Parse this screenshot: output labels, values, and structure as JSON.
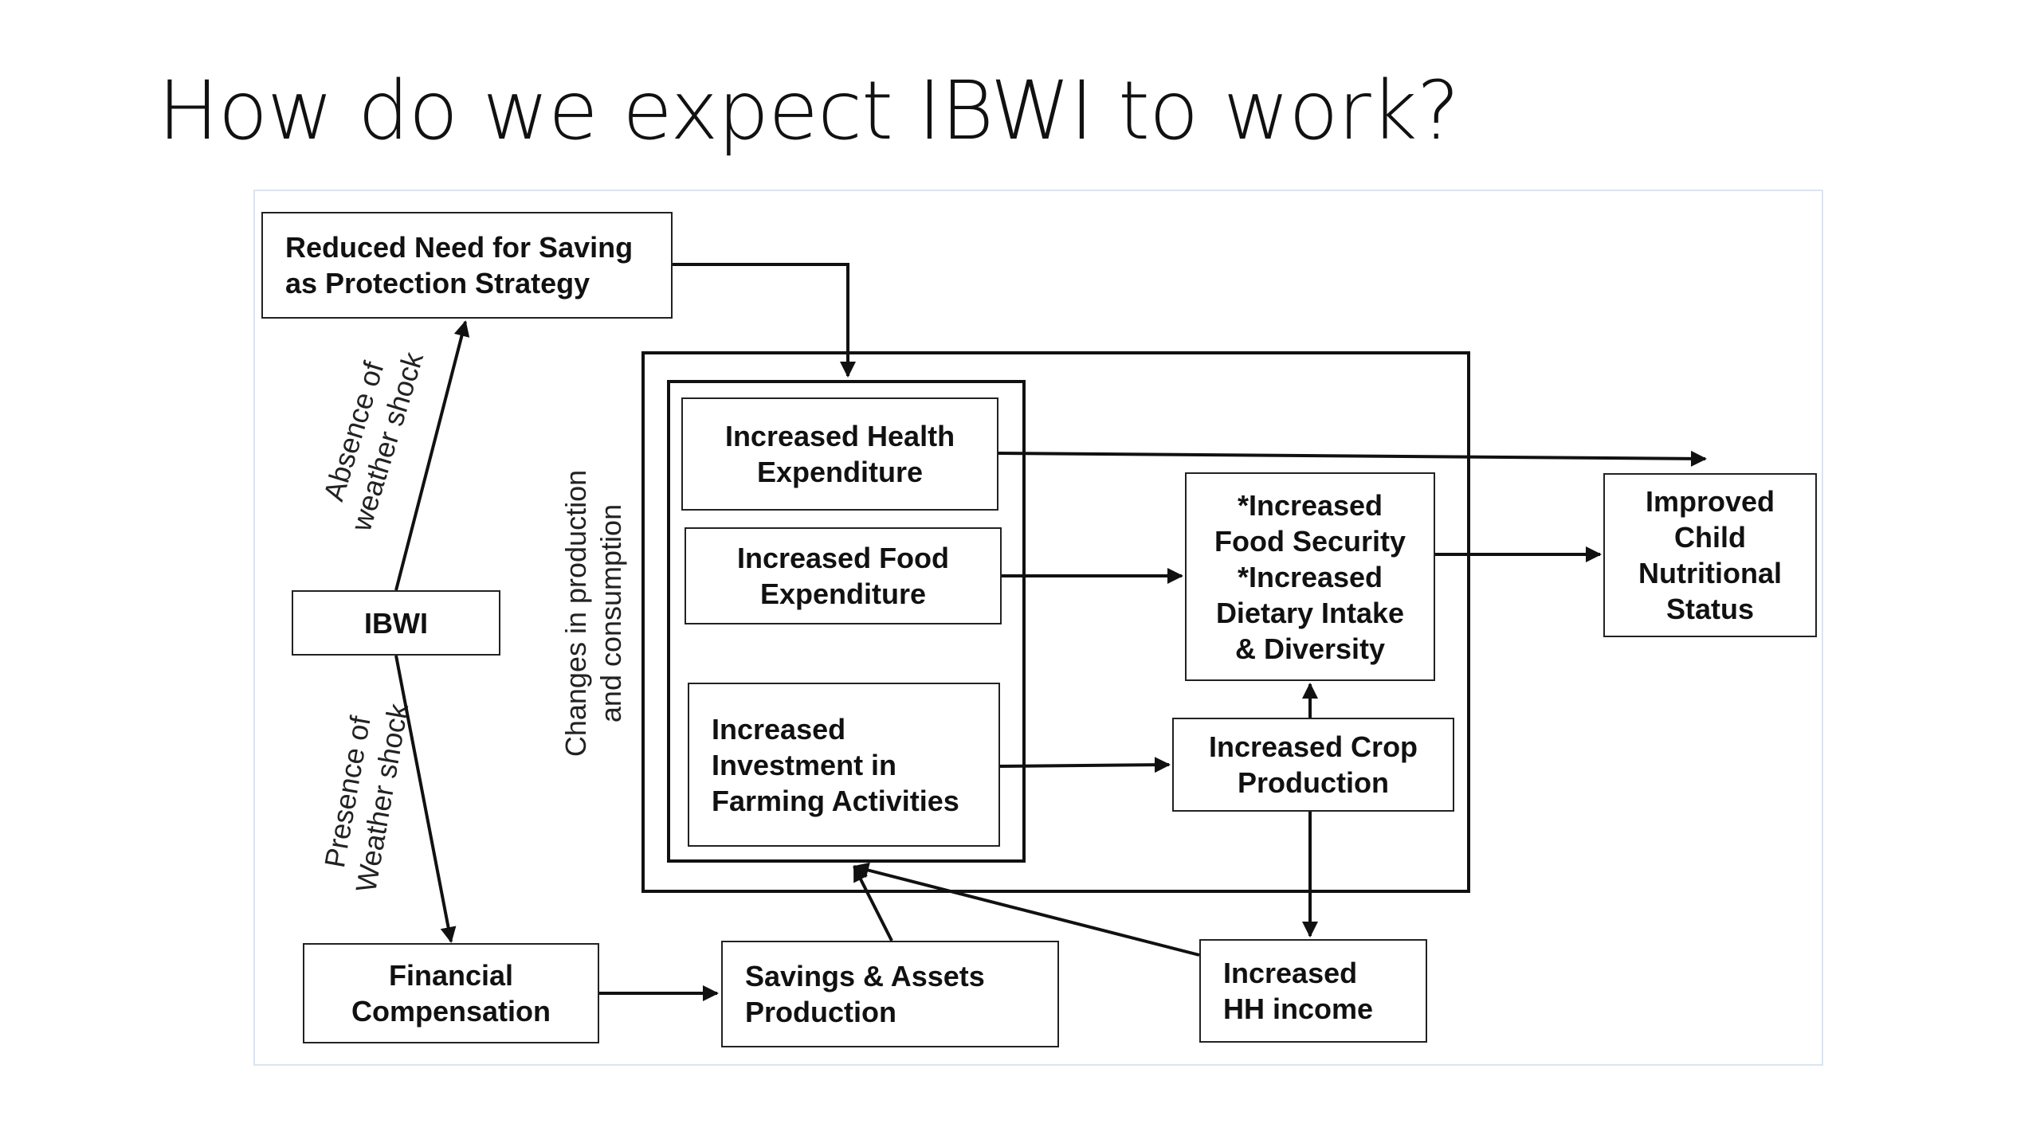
{
  "slide": {
    "title": "How do we expect IBWI to work?"
  },
  "boxes": {
    "reduced_need": [
      "Reduced Need for Saving",
      "as Protection Strategy"
    ],
    "ibwi": [
      "IBWI"
    ],
    "financial_comp": [
      "Financial",
      "Compensation"
    ],
    "savings_assets": [
      "Savings & Assets",
      "Production"
    ],
    "health_exp": [
      "Increased Health",
      "Expenditure"
    ],
    "food_exp": [
      "Increased Food",
      "Expenditure"
    ],
    "investment": [
      "Increased",
      "Investment in",
      "Farming Activities"
    ],
    "food_security": [
      "*Increased",
      "Food Security",
      "*Increased",
      "Dietary Intake",
      "& Diversity"
    ],
    "crop_production": [
      "Increased Crop",
      "Production"
    ],
    "hh_income": [
      "Increased",
      "HH income"
    ],
    "child_nutrition": [
      "Improved",
      "Child",
      "Nutritional",
      "Status"
    ]
  },
  "labels": {
    "absence": [
      "Absence of",
      "weather shock"
    ],
    "presence": [
      "Presence of",
      "Weather shock"
    ],
    "changes": [
      "Changes in production",
      "and consumption"
    ]
  },
  "colors": {
    "line": "#111111",
    "frame": "#dbe4f0"
  }
}
